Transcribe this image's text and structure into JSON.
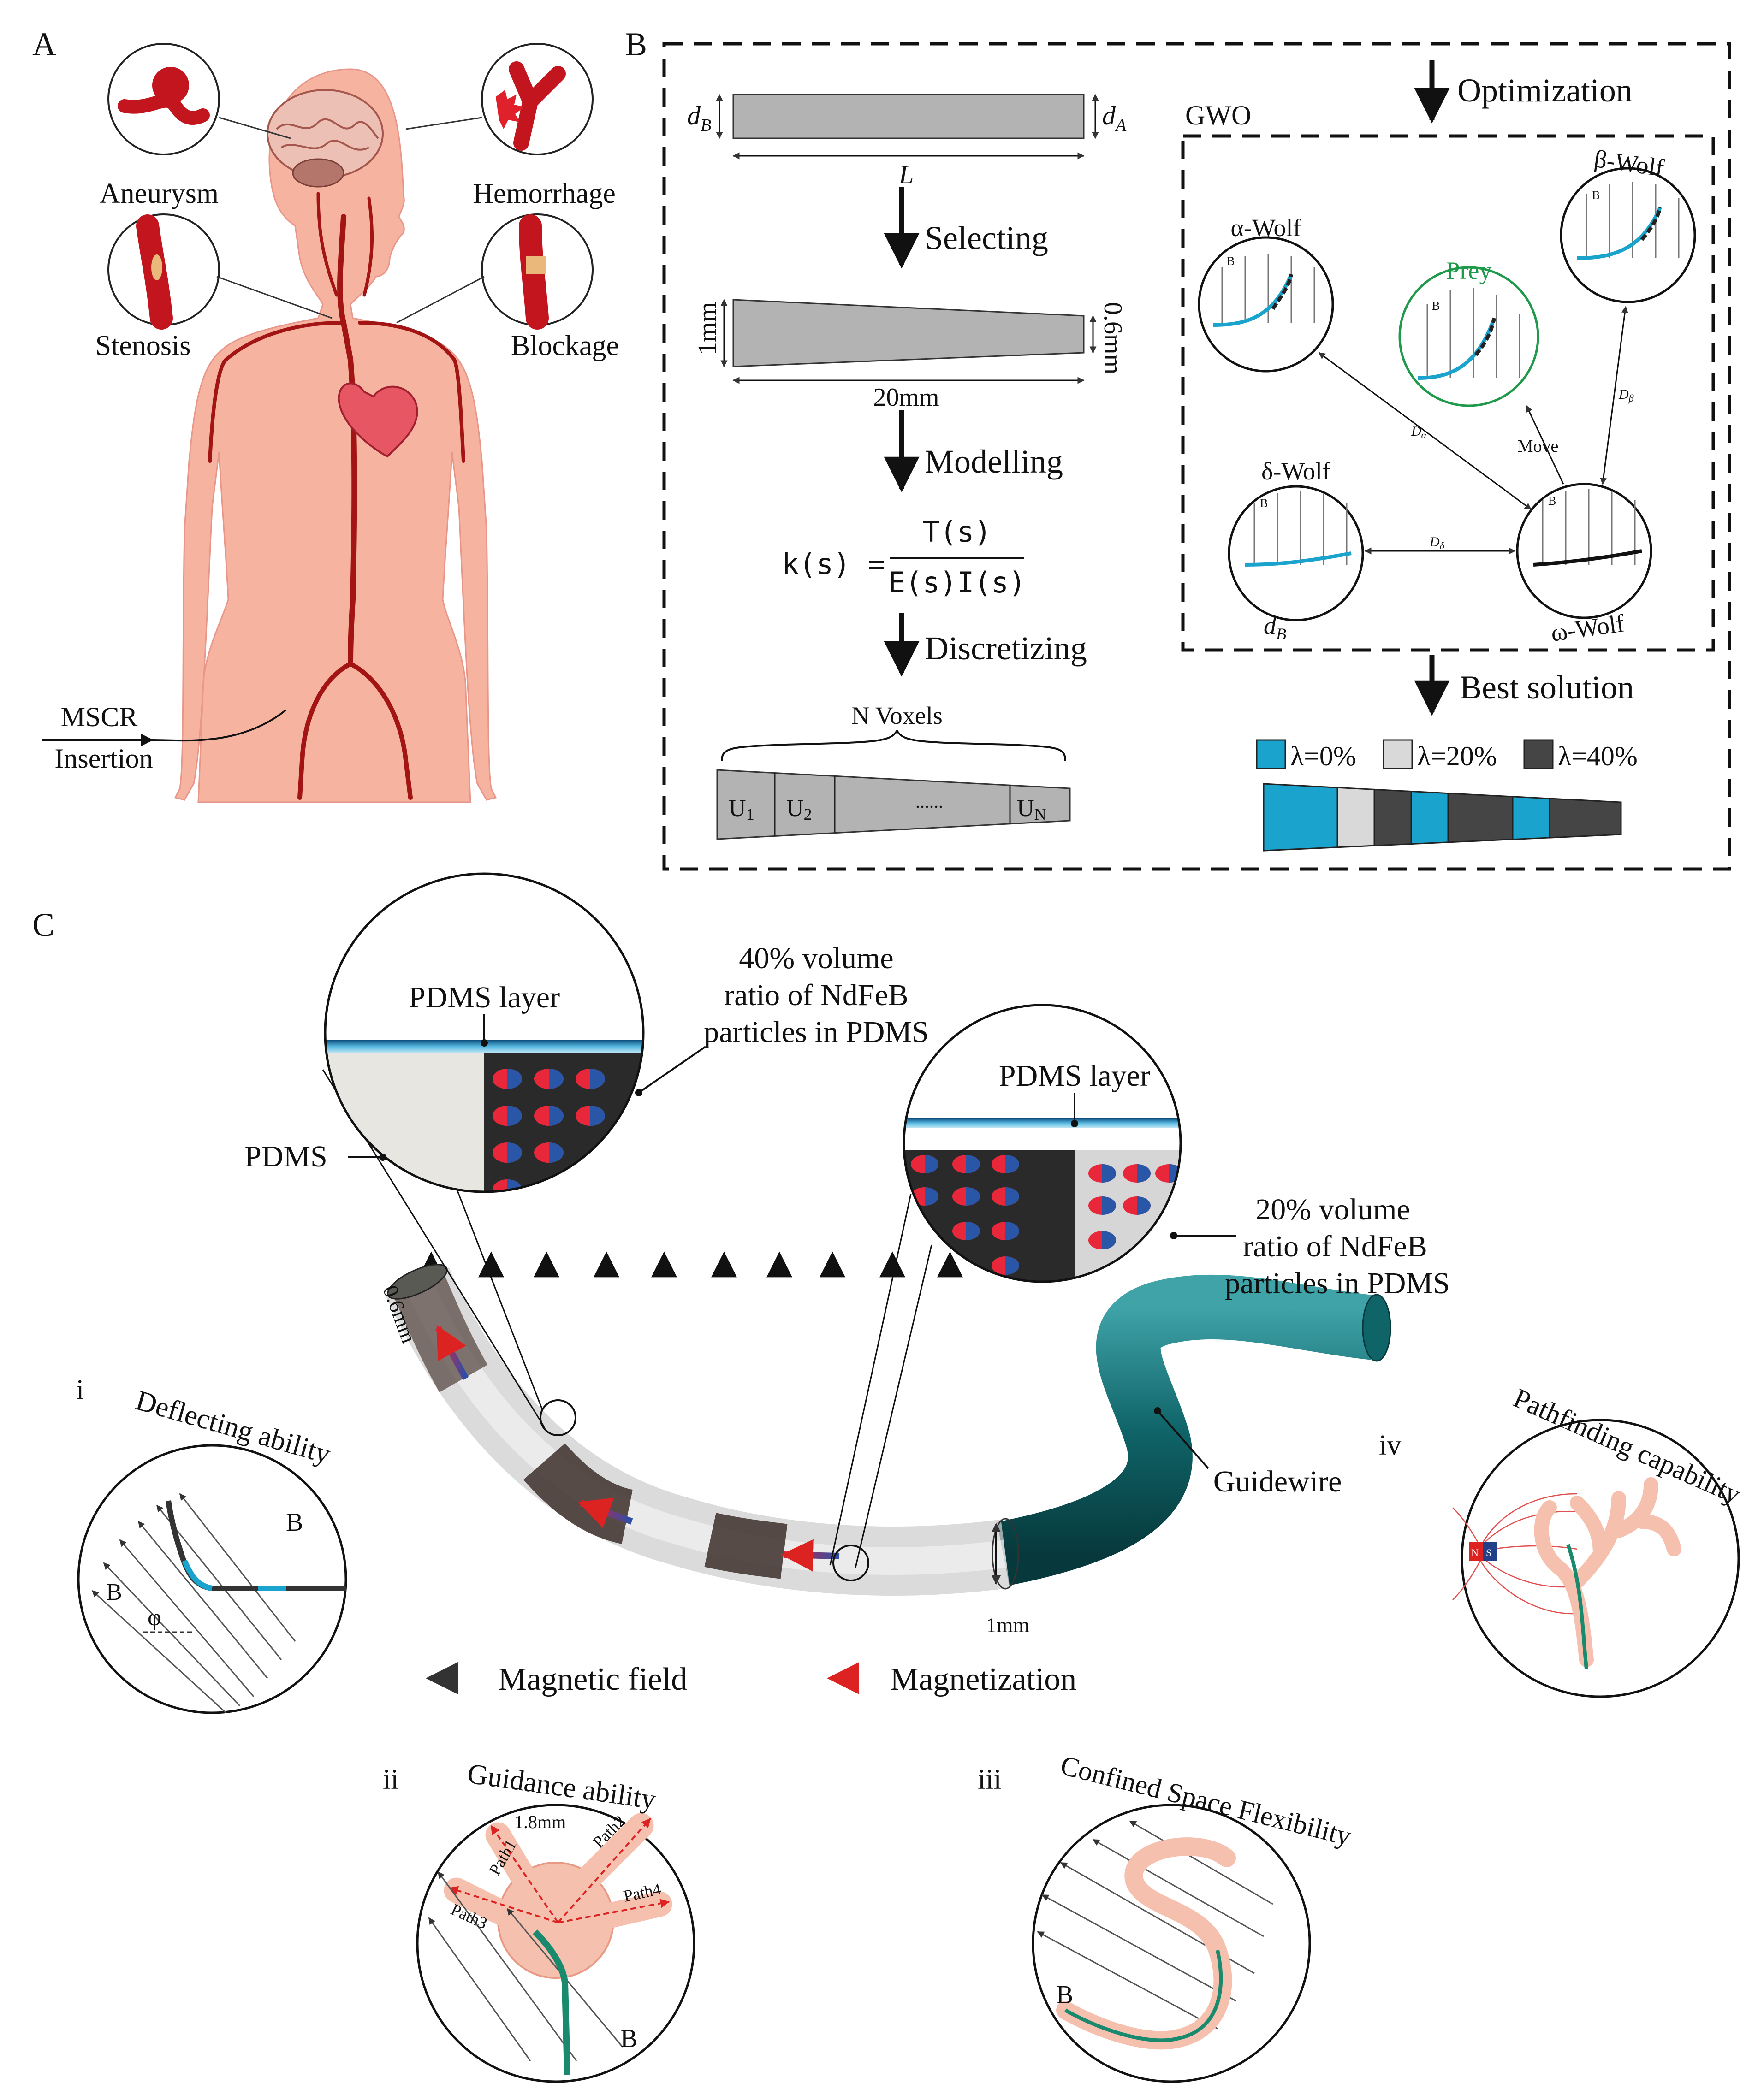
{
  "panelA": {
    "label": "A",
    "diseases": [
      "Aneurysm",
      "Hemorrhage",
      "Stenosis",
      "Blockage"
    ],
    "insertion_line1": "MSCR",
    "insertion_line2": "Insertion"
  },
  "panelB": {
    "label": "B",
    "dB": "d",
    "dB_sub": "B",
    "dA": "d",
    "dA_sub": "A",
    "L": "L",
    "steps": [
      "Selecting",
      "Modelling",
      "Discretizing",
      "Optimization",
      "Best solution"
    ],
    "dim_1mm": "1mm",
    "dim_06mm": "0.6mm",
    "dim_20mm": "20mm",
    "eq_lhs": "k(s) =",
    "eq_num": "T(s)",
    "eq_den": "E(s)I(s)",
    "voxels_label": "N Voxels",
    "voxel_u1": "U",
    "voxel_u2": "U",
    "voxel_un": "U",
    "voxel_sub1": "1",
    "voxel_sub2": "2",
    "voxel_subN": "N",
    "voxel_dots": "......",
    "gwo_label": "GWO",
    "wolves": {
      "alpha": "α-Wolf",
      "beta": "β-Wolf",
      "delta": "δ-Wolf",
      "omega": "ω-Wolf",
      "prey": "Prey"
    },
    "field_letter": "B",
    "d_labels": [
      "D",
      "D",
      "D"
    ],
    "d_subs": [
      "α",
      "β",
      "δ"
    ],
    "move_label": "Move",
    "dB_bottom": "d",
    "dB_bottom_sub": "B",
    "legend": [
      "λ=0%",
      "λ=20%",
      "λ=40%"
    ],
    "colors": {
      "cyan": "#1aa3cc",
      "light": "#d9d9d9",
      "dark": "#454545",
      "prey_green": "#1f9a4a"
    },
    "best_bar_pattern": [
      "cyan",
      "light",
      "dark",
      "cyan",
      "dark",
      "cyan",
      "dark"
    ]
  },
  "panelC": {
    "label": "C",
    "pdms_layer_left": "PDMS layer",
    "pdms": "PDMS",
    "ratio40": [
      "40% volume",
      "ratio of NdFeB",
      "particles in PDMS"
    ],
    "pdms_layer_right": "PDMS layer",
    "ratio20": [
      "20% volume",
      "ratio of NdFeB",
      "particles in PDMS"
    ],
    "dim_06mm": "0.6mm",
    "dim_1mm": "1mm",
    "guidewire": "Guidewire",
    "magnetic_field": "Magnetic field",
    "magnetization": "Magnetization",
    "insets": {
      "i": {
        "numeral": "i",
        "title": "Deflecting ability",
        "B1": "B",
        "B2": "B",
        "phi": "φ"
      },
      "ii": {
        "numeral": "ii",
        "title": "Guidance ability",
        "dim": "1.8mm",
        "paths": [
          "Path1",
          "Path2",
          "Path3",
          "Path4"
        ],
        "B": "B"
      },
      "iii": {
        "numeral": "iii",
        "title": "Confined Space Flexibility",
        "B": "B"
      },
      "iv": {
        "numeral": "iv",
        "title": "Pathfinding capability",
        "magnet_n": "N",
        "magnet_s": "S"
      }
    }
  }
}
